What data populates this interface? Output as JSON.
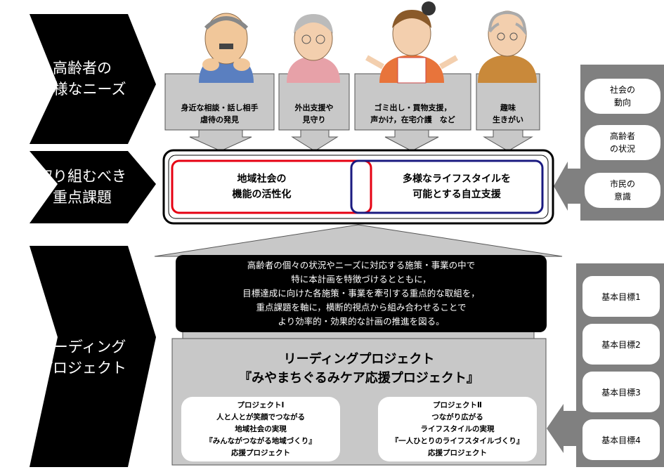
{
  "left_labels": {
    "needs": "高齢者の\n多様なニーズ",
    "priority": "取り組むべき\n重点課題",
    "leading": "リーディング\nプロジェクト"
  },
  "needs": [
    "身近な相談・話し相手\n虐待の発見",
    "外出支援や\n見守り",
    "ゴミ出し・買物支援，\n声かけ，在宅介護　など",
    "趣味\n生きがい"
  ],
  "priority": {
    "left": "地域社会の\n機能の活性化",
    "right": "多様なライフスタイルを\n可能とする自立支援"
  },
  "context": [
    "社会の\n動向",
    "高齢者\nの状況",
    "市民の\n意識"
  ],
  "description": "高齢者の個々の状況やニーズに対応する施策・事業の中で\n特に本計画を特徴づけるとともに，\n目標達成に向けた各施策・事業を牽引する重点的な取組を，\n重点課題を軸に，横断的視点から組み合わせることで\nより効率的・効果的な計画の推進を図る。",
  "leading_project": {
    "title": "リーディングプロジェクト\n『みやまちぐるみケア応援プロジェクト』",
    "project1": "プロジェクトⅠ\n人と人とが笑顔でつながる\n地域社会の実現\n『みんながつながる地域づくり』\n応援プロジェクト",
    "project2": "プロジェクトⅡ\nつながり広がる\nライフスタイルの実現\n『一人ひとりのライフスタイルづくり』\n応援プロジェクト"
  },
  "goals": [
    "基本目標1",
    "基本目標2",
    "基本目標3",
    "基本目標4"
  ],
  "colors": {
    "dark": "#000000",
    "gray": "#808080",
    "light_gray": "#c8c8c8",
    "red": "#e60012",
    "navy": "#1a1a80"
  }
}
